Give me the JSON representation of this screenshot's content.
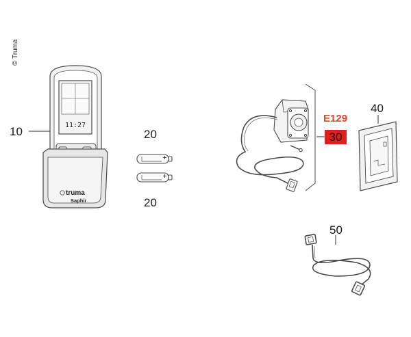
{
  "copyright": "© Truma",
  "remote": {
    "brand": "truma",
    "model": "Saphir",
    "time_display": "11:27"
  },
  "labels": {
    "remote": "10",
    "battery_top": "20",
    "battery_bottom": "20",
    "standard": "E129",
    "receiver": "30",
    "frame": "40",
    "cable": "50"
  },
  "colors": {
    "accent_red": "#e01f1f",
    "standard_text": "#e0452c",
    "line": "#4a4a4a"
  }
}
